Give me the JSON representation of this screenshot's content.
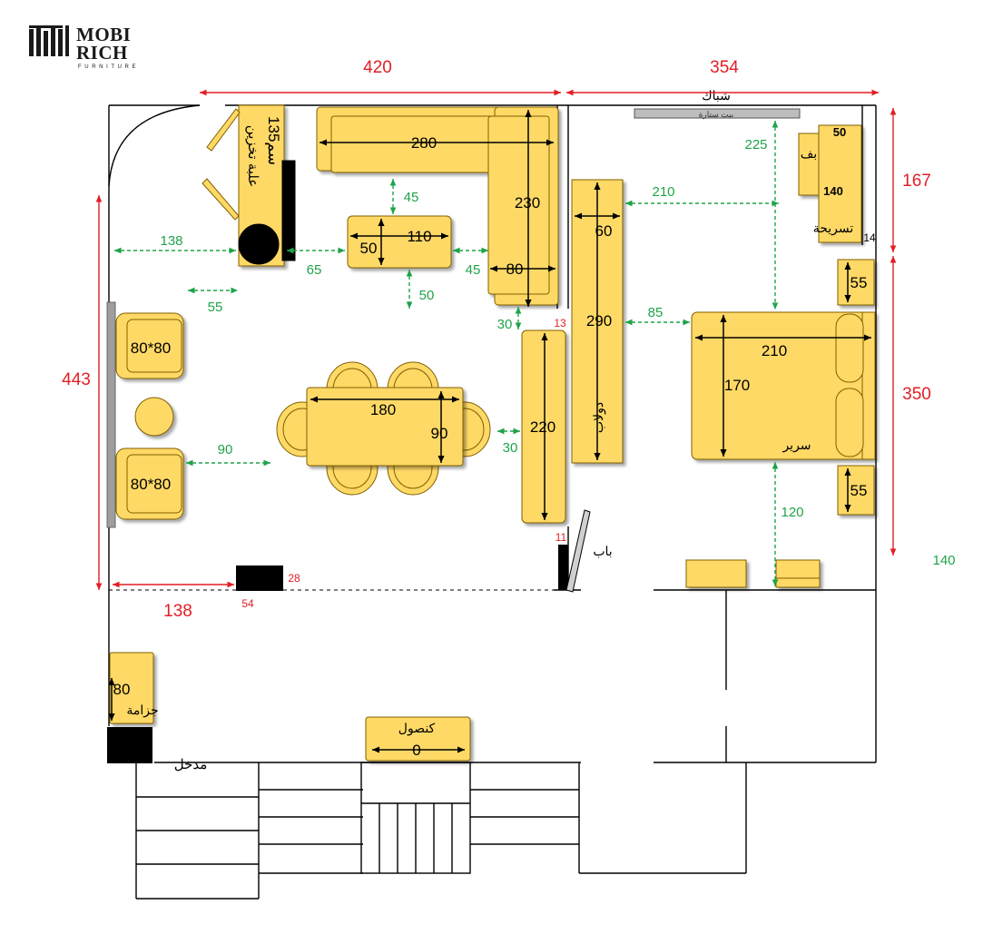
{
  "brand": {
    "line1": "MOBI",
    "line2": "RICH",
    "tagline": "FURNITURE"
  },
  "colors": {
    "dimension_red": "#e31e24",
    "clearance_green": "#1fa34a",
    "furniture_fill": "#ffd966",
    "furniture_stroke": "#806000",
    "wall": "#000000",
    "partition_grey": "#9e9e9e"
  },
  "overall_dimensions": {
    "top_left_width": "420",
    "top_right_width": "354",
    "left_height": "443",
    "right_upper_height": "167",
    "right_lower_height": "350",
    "right_bottom_note": "140",
    "bottom_offset": "138",
    "black_block_depth": "28",
    "black_block_width": "54",
    "door_gap_upper": "13",
    "door_gap_lower": "11",
    "window_gap": "14"
  },
  "labels": {
    "window": "شباك",
    "curtain": "بيت ستارة",
    "door": "باب",
    "wardrobe": "دولاب",
    "bed": "سرير",
    "dresser": "تسريحة",
    "pouf": "بف",
    "storage_bench": "علبة تخزين",
    "storage_bench_size": "135سم",
    "shoe_cabinet": "جزامة",
    "console": "كنصول",
    "entrance": "مدخل"
  },
  "furniture_dimensions": {
    "sofa_length": "280",
    "sofa_return": "230",
    "sofa_depth": "80",
    "coffee_table_width": "110",
    "coffee_table_depth": "50",
    "armchair_top": "80*80",
    "armchair_bottom": "80*80",
    "dining_table_length": "180",
    "dining_table_width": "90",
    "sideboard_length": "220",
    "wardrobe_length": "290",
    "wardrobe_depth": "60",
    "bed_width": "210",
    "bed_length": "170",
    "nightstand_top": "55",
    "nightstand_bottom": "55",
    "dresser_top": "50",
    "dresser_length": "140",
    "shoe_cabinet_length": "80",
    "console_length": "0"
  },
  "clearances": {
    "sofa_to_table": "45",
    "bench_to_wall": "138",
    "bench_to_table": "65",
    "table_to_sofa": "45",
    "table_below": "50",
    "armchair_gap": "55",
    "dining_to_armchair": "90",
    "sofa_to_sideboard": "30",
    "dining_to_sideboard": "30",
    "wardrobe_to_wall": "210",
    "window_to_bed": "225",
    "wardrobe_to_bed": "85",
    "bed_to_wall": "120"
  }
}
